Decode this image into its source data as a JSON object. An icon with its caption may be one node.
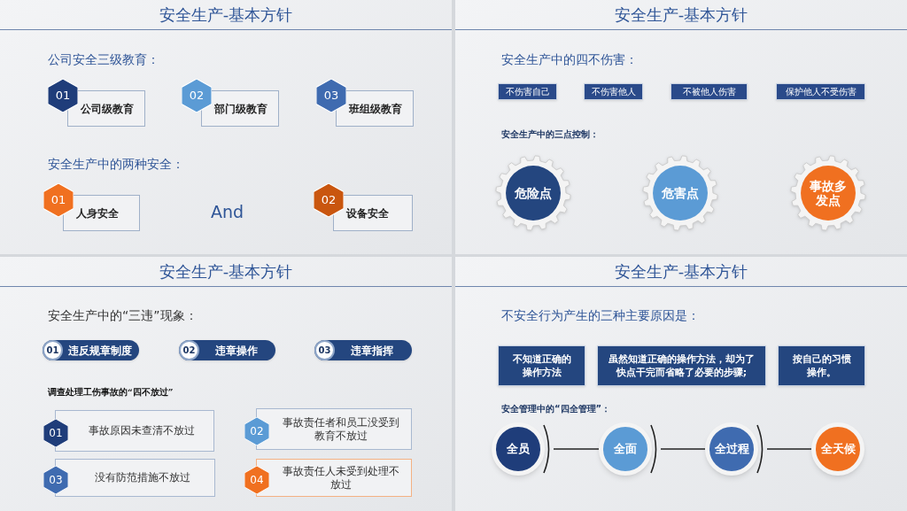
{
  "diagram": {
    "nodes": [
      {
        "text": [
          "安全生产-基本方针"
        ]
      },
      {
        "text": [
          "01",
          "公司级教育"
        ],
        "in": 0
      },
      {
        "text": [
          "02",
          "部门级教育"
        ],
        "in": 0
      },
      {
        "text": [
          "03",
          "班组级教育"
        ],
        "in": 0
      },
      {
        "text": [
          "01",
          "人身安全"
        ],
        "in": 0
      },
      {
        "text": [
          "02",
          "设备安全"
        ],
        "in": 0
      },
      {
        "text": [
          "安全生产-基本方针"
        ]
      },
      {
        "text": [
          "不伤害自己"
        ],
        "in": 6
      },
      {
        "text": [
          "不伤害他人"
        ],
        "in": 6
      },
      {
        "text": [
          "不被他人伤害"
        ],
        "in": 6
      },
      {
        "text": [
          "保护他人不受伤害"
        ],
        "in": 6
      },
      {
        "text": [
          "危险点"
        ],
        "in": 6
      },
      {
        "text": [
          "危害点"
        ],
        "in": 6
      },
      {
        "text": [
          "事故多发点"
        ],
        "in": 6
      },
      {
        "text": [
          "安全生产-基本方针"
        ]
      },
      {
        "text": [
          "01",
          "违反规章制度"
        ],
        "in": 14
      },
      {
        "text": [
          "02",
          "违章操作"
        ],
        "in": 14
      },
      {
        "text": [
          "03",
          "违章指挥"
        ],
        "in": 14
      },
      {
        "text": [
          "01",
          "事故原因未查清不放过"
        ],
        "in": 14
      },
      {
        "text": [
          "02",
          "事故责任者和员工没受到教育不放过"
        ],
        "in": 14
      },
      {
        "text": [
          "03",
          "没有防范措施不放过"
        ],
        "in": 14
      },
      {
        "text": [
          "04",
          "事故责任人未受到处理不放过"
        ],
        "in": 14
      },
      {
        "text": [
          "安全生产-基本方针"
        ]
      },
      {
        "text": [
          "不知道正确的操作方法"
        ],
        "in": 22
      },
      {
        "text": [
          "虽然知道正确的操作方法，却为了快点干完而省略了必要的步骤;"
        ],
        "in": 22
      },
      {
        "text": [
          "按自己的习惯操作。"
        ],
        "in": 22
      },
      {
        "text": [
          "全员"
        ],
        "in": 22
      },
      {
        "text": [
          "全面"
        ],
        "in": 22
      },
      {
        "text": [
          "全过程"
        ],
        "in": 22
      },
      {
        "text": [
          "全天候"
        ],
        "in": 22
      }
    ],
    "edges": [
      {
        "from": 26,
        "to": 27,
        "arrow": "none"
      },
      {
        "from": 27,
        "to": 28,
        "arrow": "none"
      },
      {
        "from": 28,
        "to": 29,
        "arrow": "none"
      }
    ],
    "labels": [
      "公司安全三级教育：",
      "安全生产中的两种安全：",
      "And",
      "安全生产中的四不伤害：",
      "安全生产中的三点控制：",
      "安全生产中的“三违”现象：",
      "调查处理工伤事故的“四不放过”",
      "不安全行为产生的三种主要原因是：",
      "安全管理中的“四全管理”："
    ]
  }
}
